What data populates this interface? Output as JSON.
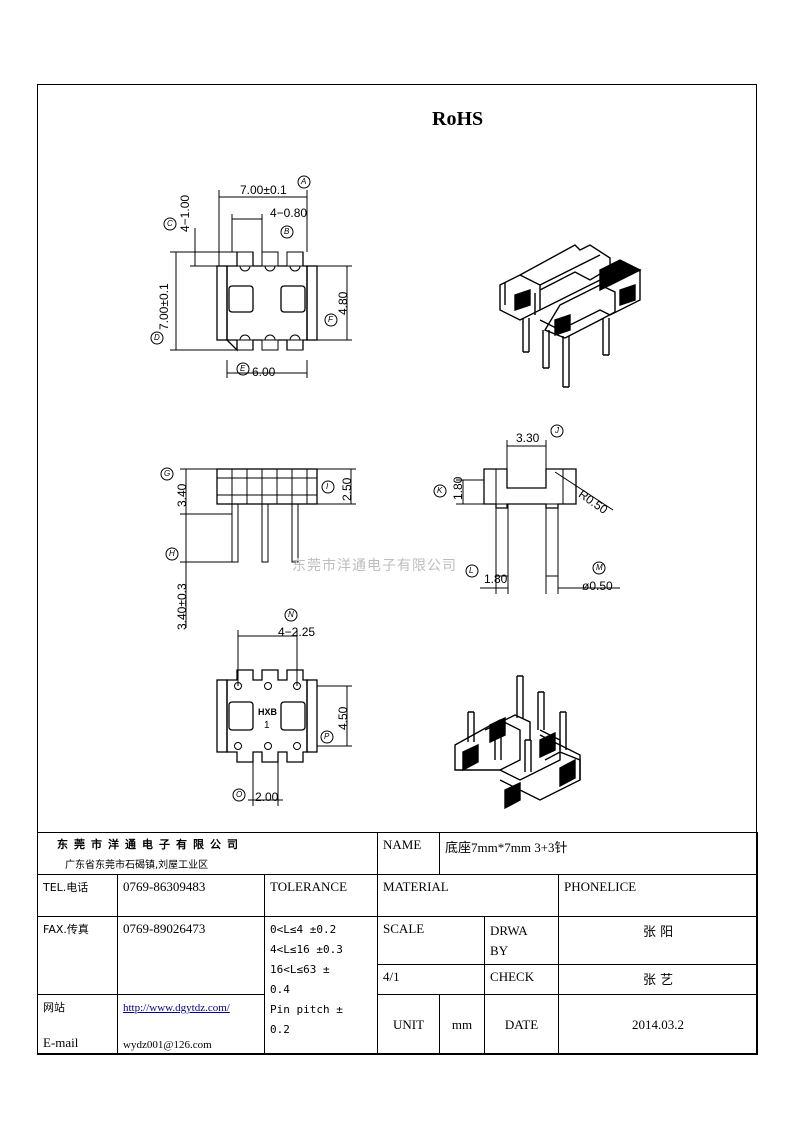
{
  "header": {
    "rohs": "RoHS"
  },
  "watermark": "东莞市洋通电子有限公司",
  "dims": {
    "a": "7.00±0.1",
    "b": "4−0.80",
    "c": "4−1.00",
    "d": "7.00±0.1",
    "e": "6.00",
    "f": "4.80",
    "g": "3.40",
    "h": "3.40±0.3",
    "i": "2.50",
    "j": "3.30",
    "k": "1.80",
    "l": "1.80",
    "m": "ø0.50",
    "r": "R0.50",
    "n": "4−2.25",
    "p": "4.50",
    "o": "2.00",
    "brand": "HXB",
    "brand_num": "1"
  },
  "markers": {
    "A": "A",
    "B": "B",
    "C": "C",
    "D": "D",
    "E": "E",
    "F": "F",
    "G": "G",
    "H": "H",
    "I": "I",
    "J": "J",
    "K": "K",
    "L": "L",
    "M": "M",
    "N": "N",
    "P": "P",
    "O": "O"
  },
  "titleblock": {
    "company": "东莞市洋通电子有限公司",
    "address": "广东省东莞市石碣镇,刘屋工业区",
    "name_label": "NAME",
    "name_value": "底座7mm*7mm 3+3针",
    "tel_label": "TEL.电话",
    "tel_value": "0769-86309483",
    "tolerance_label": "TOLERANCE",
    "material_label": "MATERIAL",
    "phonelice_label": "PHONELICE",
    "fax_label": "FAX.传真",
    "fax_value": "0769-89026473",
    "tol1": "0<L≤4  ±0.2",
    "tol2": "4<L≤16 ±0.3",
    "tol3": "16<L≤63 ±",
    "tol4": "0.4",
    "tol5": "Pin pitch ±",
    "tol6": "0.2",
    "scale_label": "SCALE",
    "drawby_label1": "DRWA",
    "drawby_label2": "BY",
    "drawby_value": "张 阳",
    "scale_value": "4/1",
    "check_label": "CHECK",
    "check_value": "张 艺",
    "web_label": "网站",
    "web_value": "http://www.dgytdz.com/",
    "email_label": "E-mail",
    "email_value": "wydz001@126.com",
    "unit_label": "UNIT",
    "unit_value": "mm",
    "date_label": "DATE",
    "date_value": "2014.03.2"
  }
}
